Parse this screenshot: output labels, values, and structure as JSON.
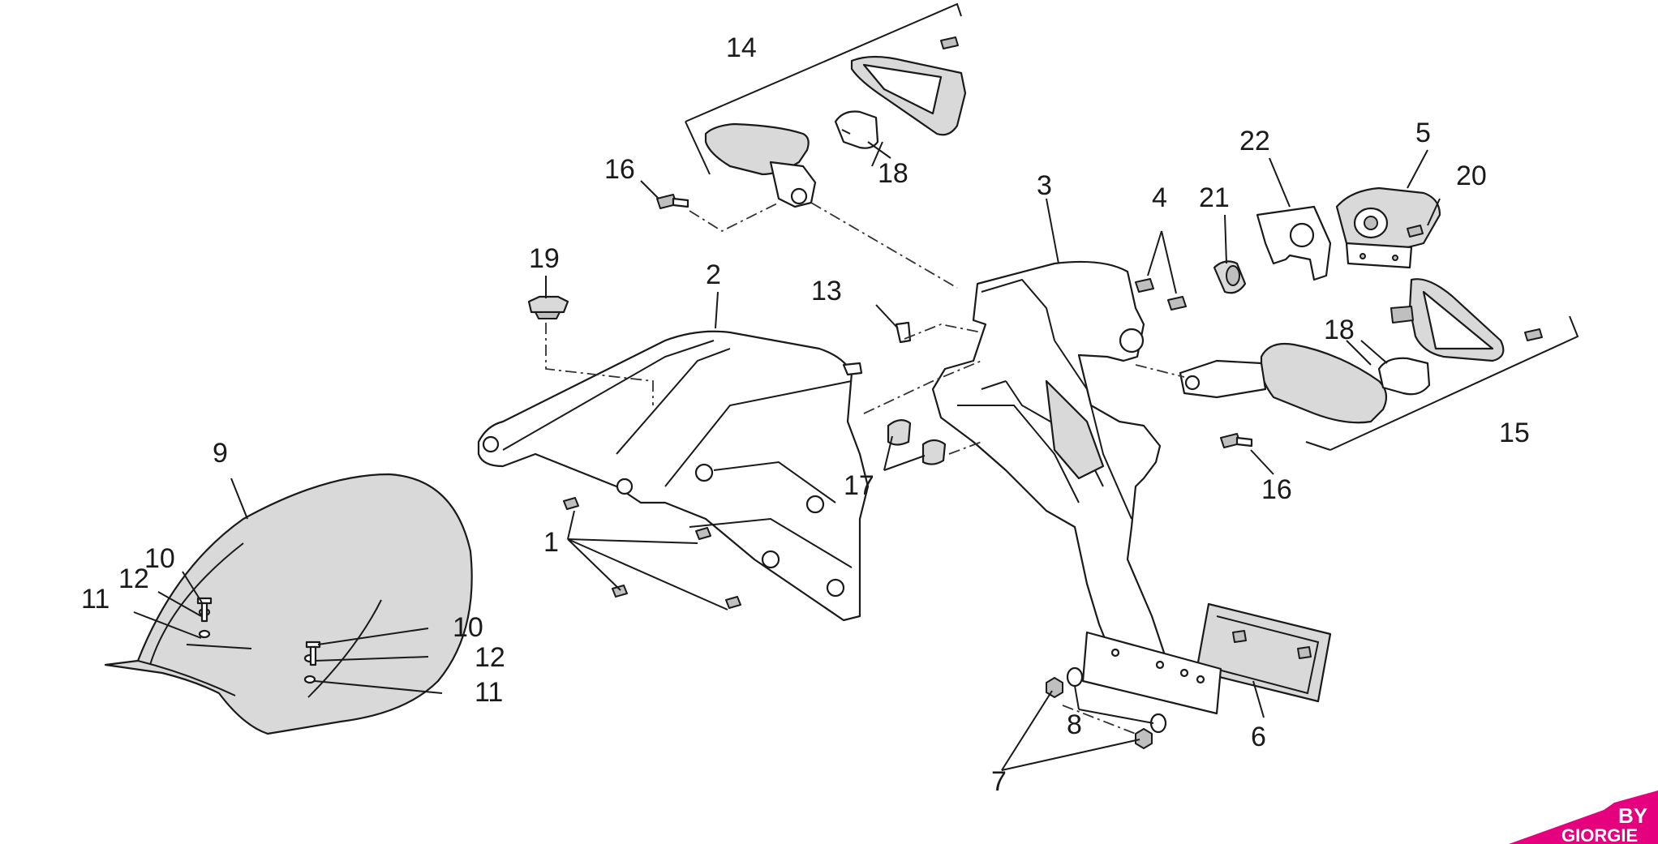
{
  "callouts": [
    {
      "id": "c1",
      "text": "1"
    },
    {
      "id": "c2",
      "text": "2"
    },
    {
      "id": "c3",
      "text": "3"
    },
    {
      "id": "c4",
      "text": "4"
    },
    {
      "id": "c5",
      "text": "5"
    },
    {
      "id": "c6",
      "text": "6"
    },
    {
      "id": "c7",
      "text": "7"
    },
    {
      "id": "c8",
      "text": "8"
    },
    {
      "id": "c9",
      "text": "9"
    },
    {
      "id": "c10a",
      "text": "10"
    },
    {
      "id": "c10b",
      "text": "10"
    },
    {
      "id": "c11a",
      "text": "11"
    },
    {
      "id": "c11b",
      "text": "11"
    },
    {
      "id": "c12a",
      "text": "12"
    },
    {
      "id": "c12b",
      "text": "12"
    },
    {
      "id": "c13",
      "text": "13"
    },
    {
      "id": "c14",
      "text": "14"
    },
    {
      "id": "c15",
      "text": "15"
    },
    {
      "id": "c16a",
      "text": "16"
    },
    {
      "id": "c16b",
      "text": "16"
    },
    {
      "id": "c17",
      "text": "17"
    },
    {
      "id": "c18a",
      "text": "18"
    },
    {
      "id": "c18b",
      "text": "18"
    },
    {
      "id": "c19",
      "text": "19"
    },
    {
      "id": "c20",
      "text": "20"
    },
    {
      "id": "c21",
      "text": "21"
    },
    {
      "id": "c22",
      "text": "22"
    }
  ],
  "logo": {
    "line1": "BY",
    "line2": "GIORGIE",
    "color": "#e5007e"
  }
}
